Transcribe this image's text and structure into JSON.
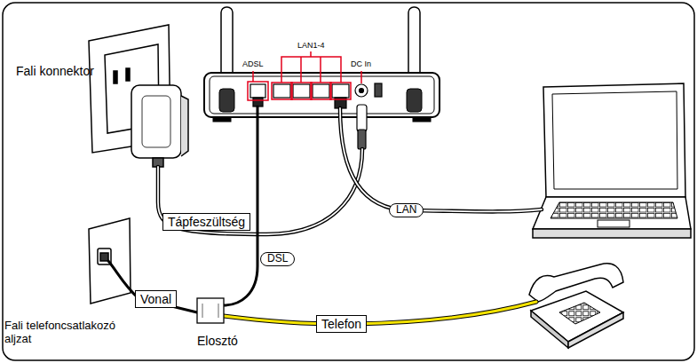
{
  "diagram": {
    "nodes": [
      {
        "text": [
          "Tápfeszültség"
        ]
      },
      {
        "text": [
          "LAN"
        ]
      },
      {
        "text": [
          "DSL"
        ]
      },
      {
        "text": [
          "Vonal"
        ]
      },
      {
        "text": [
          "Telefon"
        ]
      }
    ],
    "labels": [
      "Fali konnektor",
      "ADSL",
      "LAN1-4",
      "DC In",
      "Fali telefoncsatlakozó aljzat",
      "Elosztó"
    ]
  }
}
